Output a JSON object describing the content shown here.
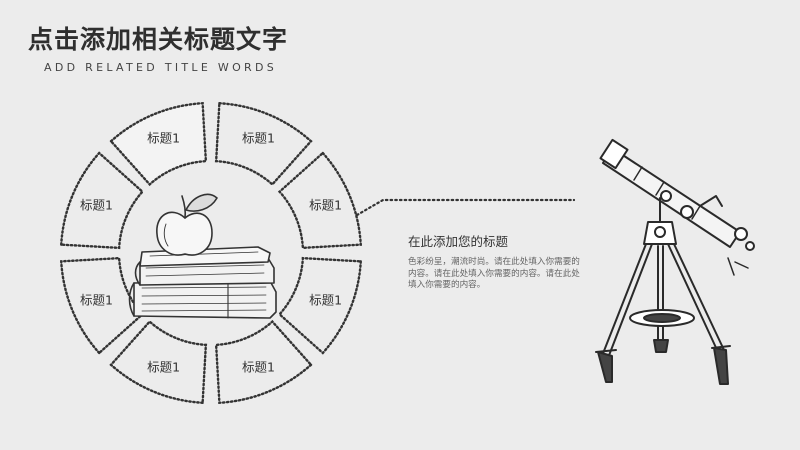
{
  "header": {
    "title": "点击添加相关标题文字",
    "subtitle": "ADD RELATED TITLE WORDS"
  },
  "ring": {
    "segments": [
      {
        "label": "标题1"
      },
      {
        "label": "标题1"
      },
      {
        "label": "标题1"
      },
      {
        "label": "标题1"
      },
      {
        "label": "标题1"
      },
      {
        "label": "标题1"
      },
      {
        "label": "标题1"
      },
      {
        "label": "标题1"
      }
    ]
  },
  "content": {
    "title": "在此添加您的标题",
    "body": "色彩纷呈，潮流时尚。请在此处填入你需要的内容。请在此处填入你需要的内容。请在此处填入你需要的内容。"
  },
  "illustrations": {
    "center": "apple-on-books-icon",
    "right": "telescope-icon"
  }
}
